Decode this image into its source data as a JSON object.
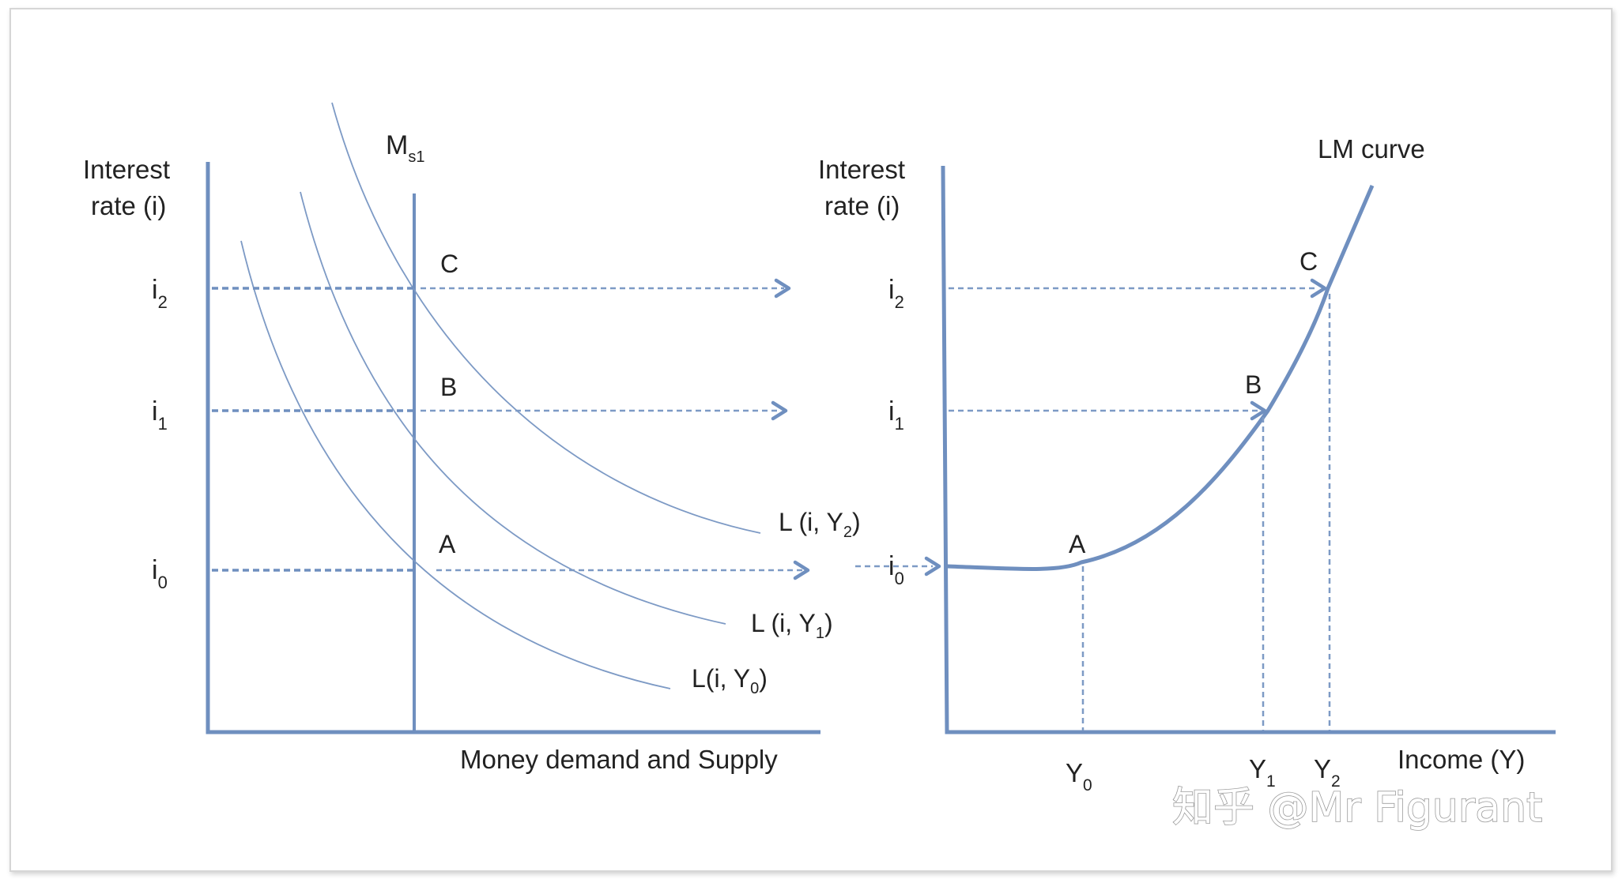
{
  "left_panel": {
    "y_axis_label": [
      "Interest",
      "rate (i)"
    ],
    "x_axis_label": "Money demand and Supply",
    "supply_label": {
      "base": "M",
      "sub": "s1"
    },
    "rate_labels": [
      {
        "base": "i",
        "sub": "2"
      },
      {
        "base": "i",
        "sub": "1"
      },
      {
        "base": "i",
        "sub": "0"
      }
    ],
    "points": [
      "C",
      "B",
      "A"
    ],
    "curve_labels": [
      {
        "pre": "L (i, Y",
        "sub": "2",
        "post": ")"
      },
      {
        "pre": "L (i, Y",
        "sub": "1",
        "post": ")"
      },
      {
        "pre": "L(i, Y",
        "sub": "0",
        "post": ")"
      }
    ]
  },
  "right_panel": {
    "y_axis_label": [
      "Interest",
      "rate (i)"
    ],
    "x_axis_label": "Income (Y)",
    "curve_label": "LM curve",
    "rate_labels": [
      {
        "base": "i",
        "sub": "2"
      },
      {
        "base": "i",
        "sub": "1"
      },
      {
        "base": "i",
        "sub": "0"
      }
    ],
    "points": [
      "C",
      "B",
      "A"
    ],
    "income_labels": [
      {
        "base": "Y",
        "sub": "0"
      },
      {
        "base": "Y",
        "sub": "1"
      },
      {
        "base": "Y",
        "sub": "2"
      }
    ]
  },
  "watermark": "知乎 @Mr Figurant",
  "colors": {
    "axis": "#6f8fbf",
    "curve": "#7d9ac5",
    "text": "#222222"
  }
}
